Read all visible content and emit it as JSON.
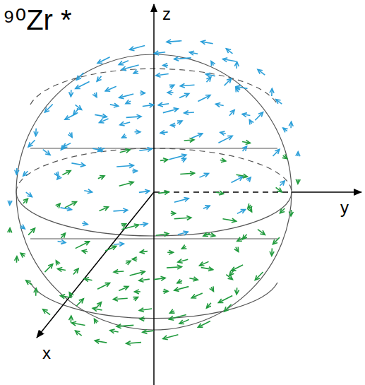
{
  "diagram": {
    "title": "⁹⁰Zr *",
    "labels": [
      "z",
      "y",
      "x"
    ]
  }
}
